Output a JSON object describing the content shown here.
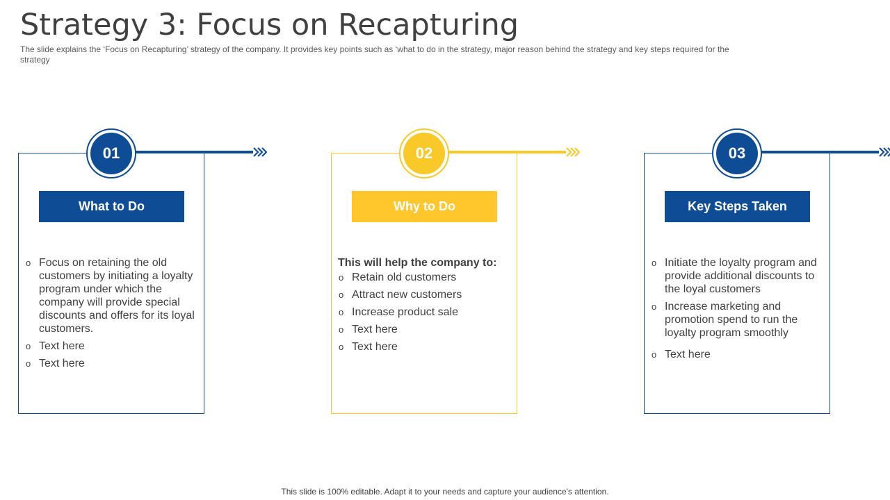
{
  "title": "Strategy 3: Focus on Recapturing",
  "subtitle": "The slide explains the ‘Focus on Recapturing’ strategy of the company. It provides  key points such as ‘what to do in the strategy, major reason  behind the strategy and key steps required for the strategy",
  "colors": {
    "primary": "#0F4C96",
    "accent": "#F9C929"
  },
  "cards": [
    {
      "number": "01",
      "label": "What to Do",
      "color": "blue",
      "intro": "",
      "bullet_icon": "circle-bullet-icon",
      "items": [
        "Focus on retaining the old customers by initiating a loyalty program under which the company will provide special discounts and offers for its loyal customers.",
        "Text here",
        "Text here"
      ]
    },
    {
      "number": "02",
      "label": "Why to Do",
      "color": "yellow",
      "intro": "This will help the company to:",
      "bullet_icon": "circle-bullet-icon",
      "items": [
        "Retain old customers",
        "Attract new customers",
        "Increase product sale",
        "Text here",
        "Text here"
      ]
    },
    {
      "number": "03",
      "label": "Key Steps Taken",
      "color": "blue",
      "intro": "",
      "bullet_icon": "circle-bullet-icon",
      "items": [
        "Initiate the loyalty  program and provide additional discounts to the loyal customers",
        "Increase marketing and promotion spend to run the loyalty  program smoothly",
        "Text here"
      ]
    }
  ],
  "footer": "This slide is 100% editable. Adapt it to your needs and capture your audience's attention."
}
